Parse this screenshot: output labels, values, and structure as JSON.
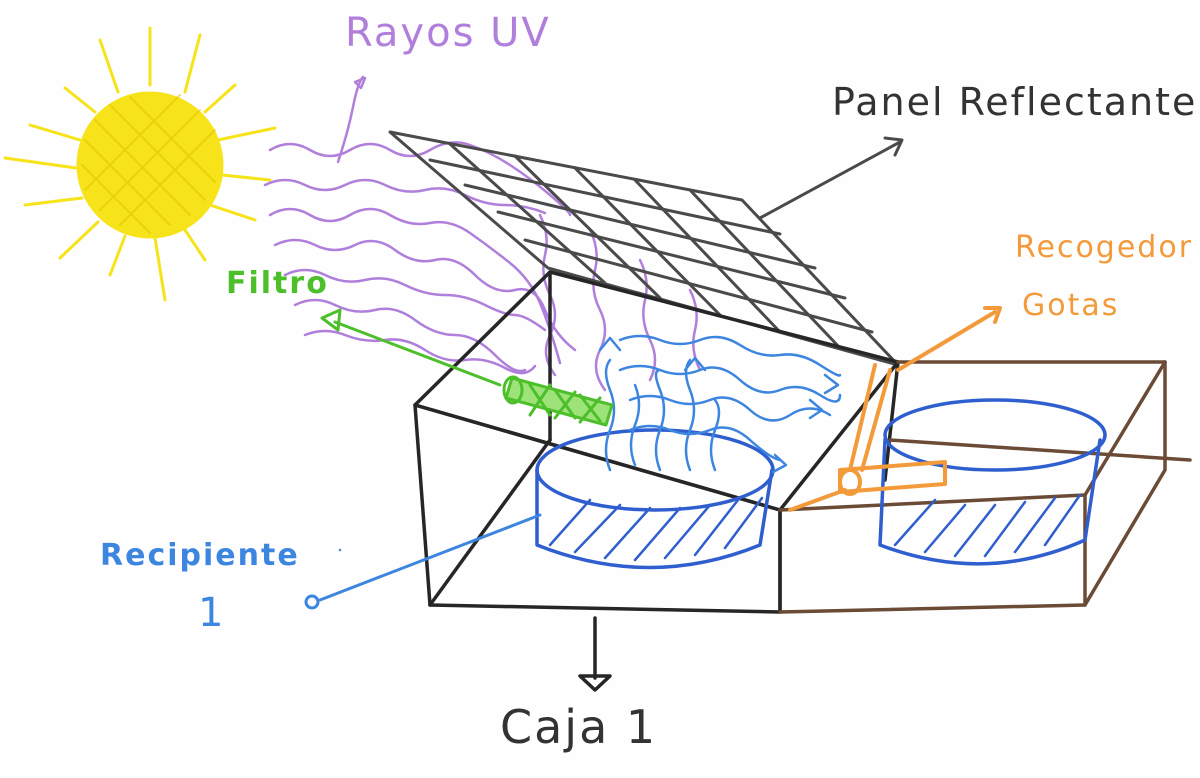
{
  "labels": {
    "uv": "Rayos UV",
    "panel": "Panel Reflectante",
    "filtro": "Filtro",
    "recogedor_line1": "Recogedor",
    "recogedor_line2": "Gotas",
    "recipiente_line1": "Recipiente",
    "recipiente_line2": "1",
    "caja": "Caja 1"
  },
  "colors": {
    "sun": "#f7e31a",
    "uv": "#b07fdb",
    "panel": "#4a4a4a",
    "box": "#262626",
    "box2": "#6b4a36",
    "water": "#3d86e0",
    "container": "#2f5ecf",
    "filter": "#4cbf2a",
    "collector": "#f39a3b",
    "caption": "#333333"
  },
  "icons": [
    "sun-icon",
    "filter-icon"
  ]
}
